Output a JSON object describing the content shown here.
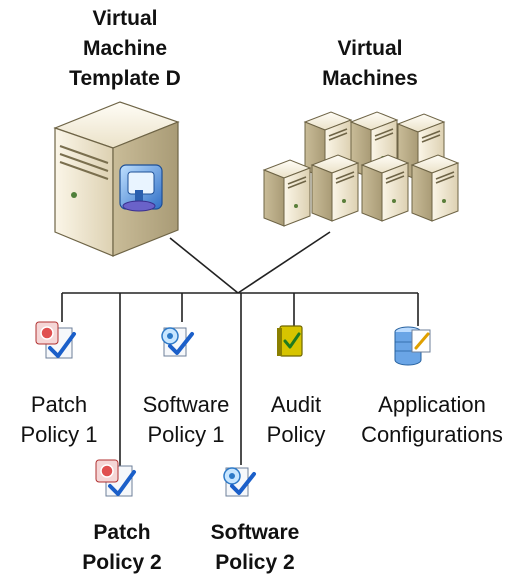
{
  "vm_template": {
    "title_lines": [
      "Virtual",
      "Machine",
      "Template D"
    ]
  },
  "virtual_machines": {
    "title_lines": [
      "Virtual",
      "Machines"
    ]
  },
  "policies": [
    {
      "lines": [
        "Patch",
        "Policy 1"
      ],
      "icon": "patch-policy-icon",
      "bold": false
    },
    {
      "lines": [
        "Software",
        "Policy 1"
      ],
      "icon": "software-policy-icon",
      "bold": false
    },
    {
      "lines": [
        "Audit",
        "Policy"
      ],
      "icon": "audit-policy-icon",
      "bold": false
    },
    {
      "lines": [
        "Application",
        "Configurations"
      ],
      "icon": "application-configurations-icon",
      "bold": false
    },
    {
      "lines": [
        "Patch",
        "Policy 2"
      ],
      "icon": "patch-policy-icon",
      "bold": true
    },
    {
      "lines": [
        "Software",
        "Policy 2"
      ],
      "icon": "software-policy-icon",
      "bold": true
    }
  ],
  "colors": {
    "server_body": "#efe6cf",
    "server_shade": "#cdbf9d",
    "line": "#222222",
    "check": "#1b5fc9",
    "audit_book": "#c8b400"
  }
}
